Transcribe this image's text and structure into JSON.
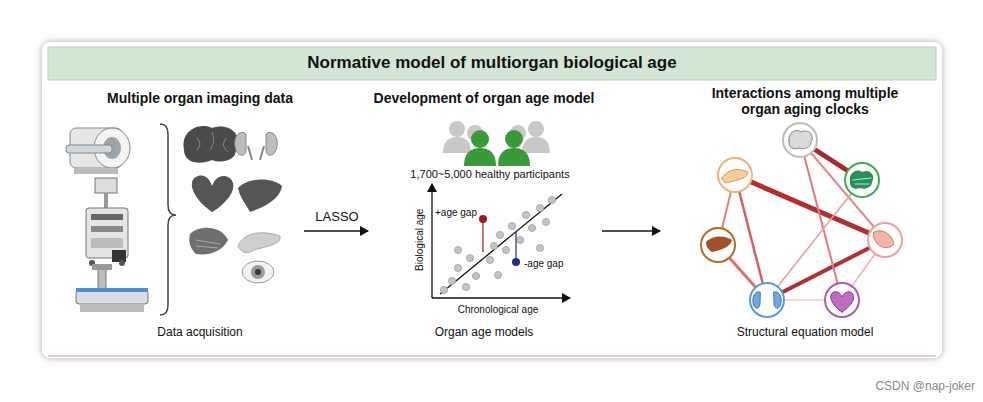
{
  "diagram": {
    "title": "Normative model of multiorgan biological age",
    "labels": [
      "Multiple organ imaging data",
      "Data acquisition",
      "LASSO",
      "Development of organ age model",
      "1,700~5,000 healthy participants",
      "Biological age",
      "Chronological age",
      "+age gap",
      "-age gap",
      "Organ age models",
      "Interactions among multiple organ aging clocks",
      "Structural equation model",
      "CSDN @nap-joker"
    ]
  }
}
